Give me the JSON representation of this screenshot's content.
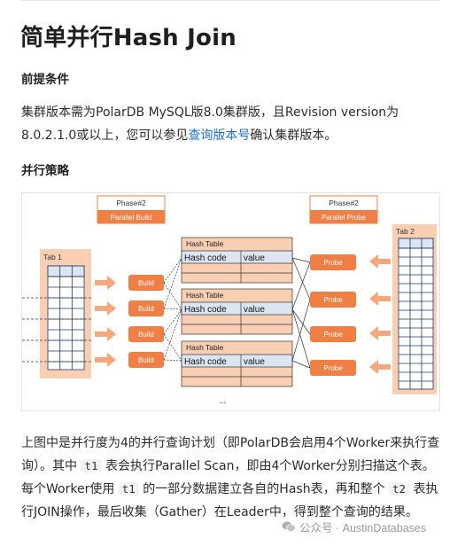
{
  "article": {
    "title": "简单并行Hash Join",
    "prereq_heading": "前提条件",
    "prereq_text_before_link": "集群版本需为PolarDB MySQL版8.0集群版，且Revision version为8.0.2.1.0或以上，您可以参见",
    "prereq_link": "查询版本号",
    "prereq_text_after_link": "确认集群版本。",
    "strategy_heading": "并行策略",
    "para2": {
      "t1": "上图中是并行度为4的并行查询计划（即PolarDB会启用4个Worker来执行查询）。其中 ",
      "c1": "t1",
      "t2": " 表会执行Parallel Scan，即由4个Worker分别扫描这个表。每个Worker使用 ",
      "c2": "t1",
      "t3": " 的一部分数据建立各自的Hash表，再和整个 ",
      "c3": "t2",
      "t4": " 表执行JOIN操作，最后收集（Gather）在Leader中，得到整个查询的结果。"
    }
  },
  "diagram": {
    "phase_build_title": "Phase#2",
    "phase_build_label": "Parallel Build",
    "phase_probe_title": "Phase#2",
    "phase_probe_label": "Parallel Probe",
    "tab1_label": "Tab 1",
    "tab2_label": "Tab 2",
    "build_label": "Build",
    "probe_label": "Probe",
    "hash_table_label": "Hash Table",
    "hash_code_label": "Hash code",
    "value_label": "value",
    "ellipsis": "...",
    "colors": {
      "orange": "#f07f45",
      "peach": "#f9cfb3",
      "blue": "#dce6f2",
      "navy": "#1f3864"
    }
  },
  "watermark": {
    "text": "公众号 · AustinDatabases"
  }
}
